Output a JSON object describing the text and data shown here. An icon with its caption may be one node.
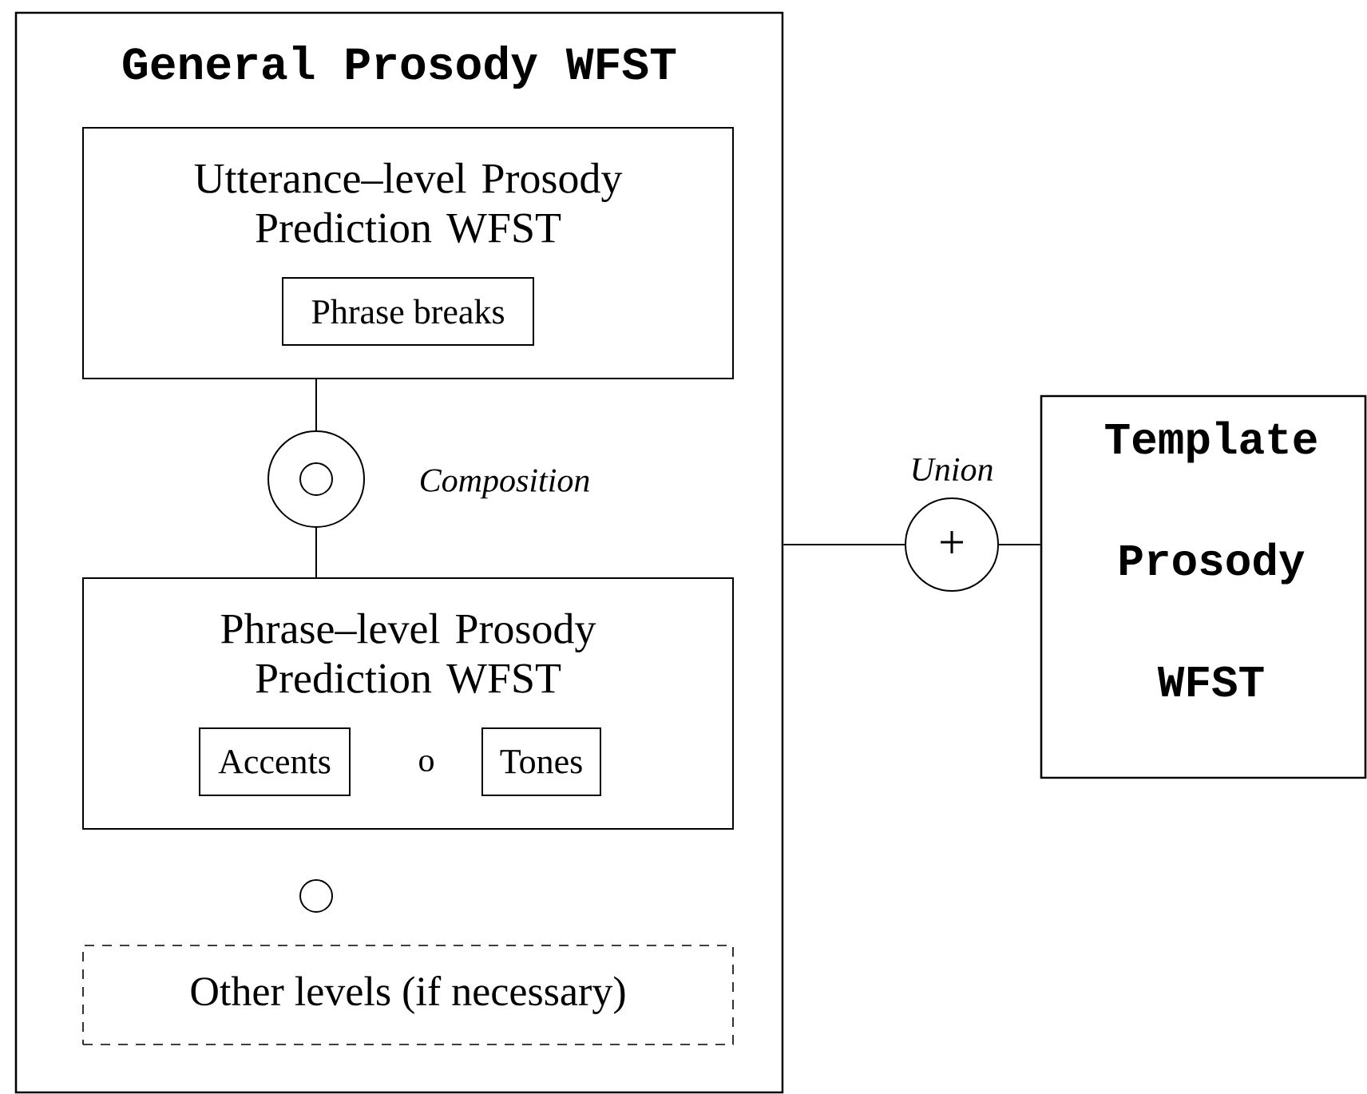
{
  "diagram": {
    "nodes": [
      {
        "text": [
          "General Prosody WFST"
        ]
      },
      {
        "text": [
          "Utterance–level Prosody Prediction WFST"
        ],
        "in": 0
      },
      {
        "text": [
          "Phrase breaks"
        ],
        "in": 1
      },
      {
        "text": [],
        "shape": "circle",
        "beside": [
          "Composition"
        ],
        "in": 0
      },
      {
        "text": [
          "Phrase–level Prosody Prediction WFST"
        ],
        "in": 0
      },
      {
        "text": [
          "Accents"
        ],
        "in": 4
      },
      {
        "text": [
          "Tones"
        ],
        "in": 4
      },
      {
        "text": [],
        "shape": "circle",
        "in": 0
      },
      {
        "text": [
          "Other levels (if necessary)"
        ],
        "in": 0
      },
      {
        "text": [
          "+"
        ],
        "beside": [
          "Union"
        ]
      },
      {
        "text": [
          "Template Prosody WFST"
        ]
      }
    ],
    "edges": [
      {
        "from": 1,
        "to": 3,
        "arrow": "none"
      },
      {
        "from": 3,
        "to": 4,
        "arrow": "none"
      },
      {
        "from": 0,
        "to": 9,
        "arrow": "none"
      },
      {
        "from": 9,
        "to": 10,
        "arrow": "none"
      }
    ],
    "labels": [
      "o"
    ]
  }
}
